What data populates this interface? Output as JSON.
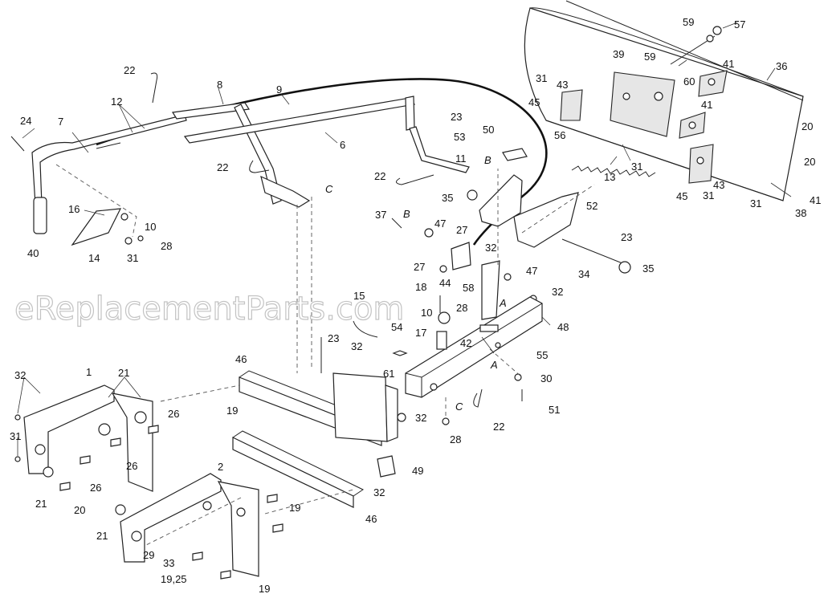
{
  "watermark": "eReplacementParts.com",
  "callouts": [
    {
      "id": "c1",
      "text": "1"
    },
    {
      "id": "c2",
      "text": "2"
    },
    {
      "id": "c6",
      "text": "6"
    },
    {
      "id": "c7",
      "text": "7"
    },
    {
      "id": "c8",
      "text": "8"
    },
    {
      "id": "c9",
      "text": "9"
    },
    {
      "id": "c10a",
      "text": "10"
    },
    {
      "id": "c10b",
      "text": "10"
    },
    {
      "id": "c11",
      "text": "11"
    },
    {
      "id": "c12",
      "text": "12"
    },
    {
      "id": "c13",
      "text": "13"
    },
    {
      "id": "c14",
      "text": "14"
    },
    {
      "id": "c15",
      "text": "15"
    },
    {
      "id": "c16",
      "text": "16"
    },
    {
      "id": "c17",
      "text": "17"
    },
    {
      "id": "c18",
      "text": "18"
    },
    {
      "id": "c19a",
      "text": "19"
    },
    {
      "id": "c19b",
      "text": "19"
    },
    {
      "id": "c19c",
      "text": "19"
    },
    {
      "id": "c1925",
      "text": "19,25"
    },
    {
      "id": "c20a",
      "text": "20"
    },
    {
      "id": "c20b",
      "text": "20"
    },
    {
      "id": "c20c",
      "text": "20"
    },
    {
      "id": "c21a",
      "text": "21"
    },
    {
      "id": "c21b",
      "text": "21"
    },
    {
      "id": "c21c",
      "text": "21"
    },
    {
      "id": "c22a",
      "text": "22"
    },
    {
      "id": "c22b",
      "text": "22"
    },
    {
      "id": "c22c",
      "text": "22"
    },
    {
      "id": "c22d",
      "text": "22"
    },
    {
      "id": "c23a",
      "text": "23"
    },
    {
      "id": "c23b",
      "text": "23"
    },
    {
      "id": "c23c",
      "text": "23"
    },
    {
      "id": "c24",
      "text": "24"
    },
    {
      "id": "c26a",
      "text": "26"
    },
    {
      "id": "c26b",
      "text": "26"
    },
    {
      "id": "c26c",
      "text": "26"
    },
    {
      "id": "c27a",
      "text": "27"
    },
    {
      "id": "c27b",
      "text": "27"
    },
    {
      "id": "c28a",
      "text": "28"
    },
    {
      "id": "c28b",
      "text": "28"
    },
    {
      "id": "c28c",
      "text": "28"
    },
    {
      "id": "c29",
      "text": "29"
    },
    {
      "id": "c30",
      "text": "30"
    },
    {
      "id": "c31a",
      "text": "31"
    },
    {
      "id": "c31b",
      "text": "31"
    },
    {
      "id": "c31c",
      "text": "31"
    },
    {
      "id": "c31d",
      "text": "31"
    },
    {
      "id": "c31e",
      "text": "31"
    },
    {
      "id": "c31f",
      "text": "31"
    },
    {
      "id": "c32a",
      "text": "32"
    },
    {
      "id": "c32b",
      "text": "32"
    },
    {
      "id": "c32c",
      "text": "32"
    },
    {
      "id": "c32d",
      "text": "32"
    },
    {
      "id": "c32e",
      "text": "32"
    },
    {
      "id": "c32f",
      "text": "32"
    },
    {
      "id": "c33",
      "text": "33"
    },
    {
      "id": "c34",
      "text": "34"
    },
    {
      "id": "c35a",
      "text": "35"
    },
    {
      "id": "c35b",
      "text": "35"
    },
    {
      "id": "c36",
      "text": "36"
    },
    {
      "id": "c37",
      "text": "37"
    },
    {
      "id": "c38",
      "text": "38"
    },
    {
      "id": "c39",
      "text": "39"
    },
    {
      "id": "c40",
      "text": "40"
    },
    {
      "id": "c41a",
      "text": "41"
    },
    {
      "id": "c41b",
      "text": "41"
    },
    {
      "id": "c41c",
      "text": "41"
    },
    {
      "id": "c42",
      "text": "42"
    },
    {
      "id": "c43a",
      "text": "43"
    },
    {
      "id": "c43b",
      "text": "43"
    },
    {
      "id": "c44",
      "text": "44"
    },
    {
      "id": "c45a",
      "text": "45"
    },
    {
      "id": "c45b",
      "text": "45"
    },
    {
      "id": "c46a",
      "text": "46"
    },
    {
      "id": "c46b",
      "text": "46"
    },
    {
      "id": "c47a",
      "text": "47"
    },
    {
      "id": "c47b",
      "text": "47"
    },
    {
      "id": "c48",
      "text": "48"
    },
    {
      "id": "c49",
      "text": "49"
    },
    {
      "id": "c50",
      "text": "50"
    },
    {
      "id": "c51",
      "text": "51"
    },
    {
      "id": "c52",
      "text": "52"
    },
    {
      "id": "c53",
      "text": "53"
    },
    {
      "id": "c54",
      "text": "54"
    },
    {
      "id": "c55",
      "text": "55"
    },
    {
      "id": "c56",
      "text": "56"
    },
    {
      "id": "c57",
      "text": "57"
    },
    {
      "id": "c58",
      "text": "58"
    },
    {
      "id": "c59a",
      "text": "59"
    },
    {
      "id": "c59b",
      "text": "59"
    },
    {
      "id": "c60",
      "text": "60"
    },
    {
      "id": "c61",
      "text": "61"
    }
  ],
  "reference_letters": [
    {
      "id": "rA1",
      "text": "A"
    },
    {
      "id": "rA2",
      "text": "A"
    },
    {
      "id": "rB1",
      "text": "B"
    },
    {
      "id": "rB2",
      "text": "B"
    },
    {
      "id": "rC1",
      "text": "C"
    },
    {
      "id": "rC2",
      "text": "C"
    }
  ]
}
